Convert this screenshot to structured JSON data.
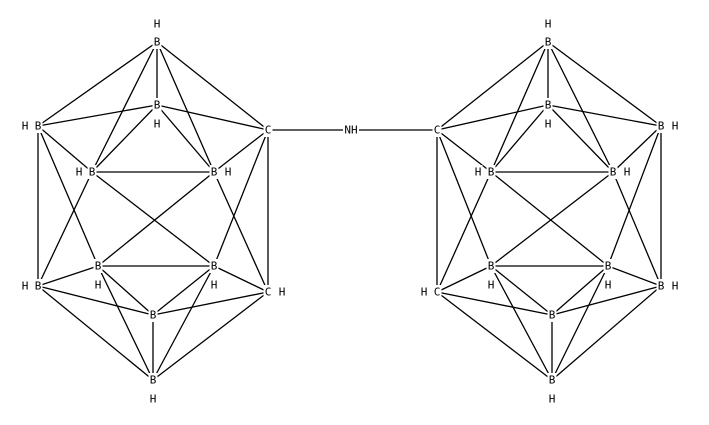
{
  "diagram": {
    "type": "molecular-structure",
    "center_label": "NH",
    "left_cage": {
      "atoms": [
        {
          "id": "L_top",
          "element": "B",
          "h": "H",
          "h_pos": "above"
        },
        {
          "id": "L_upper_mid",
          "element": "B",
          "h": "H",
          "h_pos": "below"
        },
        {
          "id": "L_upper_left",
          "element": "B",
          "h": "H",
          "h_pos": "left"
        },
        {
          "id": "L_C1",
          "element": "C",
          "h": "",
          "h_pos": ""
        },
        {
          "id": "L_mid_left",
          "element": "B",
          "h": "H",
          "h_pos": "left"
        },
        {
          "id": "L_mid_right",
          "element": "B",
          "h": "H",
          "h_pos": "right"
        },
        {
          "id": "L_lower_left_in",
          "element": "B",
          "h": "H",
          "h_pos": "below"
        },
        {
          "id": "L_lower_right_in",
          "element": "B",
          "h": "H",
          "h_pos": "below"
        },
        {
          "id": "L_lower_left",
          "element": "B",
          "h": "H",
          "h_pos": "left"
        },
        {
          "id": "L_C2",
          "element": "C",
          "h": "H",
          "h_pos": "right"
        },
        {
          "id": "L_bottom_mid",
          "element": "B",
          "h": "",
          "h_pos": ""
        },
        {
          "id": "L_bottom",
          "element": "B",
          "h": "H",
          "h_pos": "below"
        }
      ]
    },
    "right_cage": {
      "atoms": [
        {
          "id": "R_top",
          "element": "B",
          "h": "H",
          "h_pos": "above"
        },
        {
          "id": "R_upper_mid",
          "element": "B",
          "h": "H",
          "h_pos": "below"
        },
        {
          "id": "R_upper_right",
          "element": "B",
          "h": "H",
          "h_pos": "right"
        },
        {
          "id": "R_C1",
          "element": "C",
          "h": "",
          "h_pos": ""
        },
        {
          "id": "R_mid_left",
          "element": "B",
          "h": "H",
          "h_pos": "left"
        },
        {
          "id": "R_mid_right",
          "element": "B",
          "h": "H",
          "h_pos": "right"
        },
        {
          "id": "R_lower_left_in",
          "element": "B",
          "h": "H",
          "h_pos": "below"
        },
        {
          "id": "R_lower_right_in",
          "element": "B",
          "h": "H",
          "h_pos": "below"
        },
        {
          "id": "R_lower_right",
          "element": "B",
          "h": "H",
          "h_pos": "right"
        },
        {
          "id": "R_C2",
          "element": "C",
          "h": "H",
          "h_pos": "left"
        },
        {
          "id": "R_bottom_mid",
          "element": "B",
          "h": "",
          "h_pos": ""
        },
        {
          "id": "R_bottom",
          "element": "B",
          "h": "H",
          "h_pos": "below"
        }
      ]
    }
  }
}
